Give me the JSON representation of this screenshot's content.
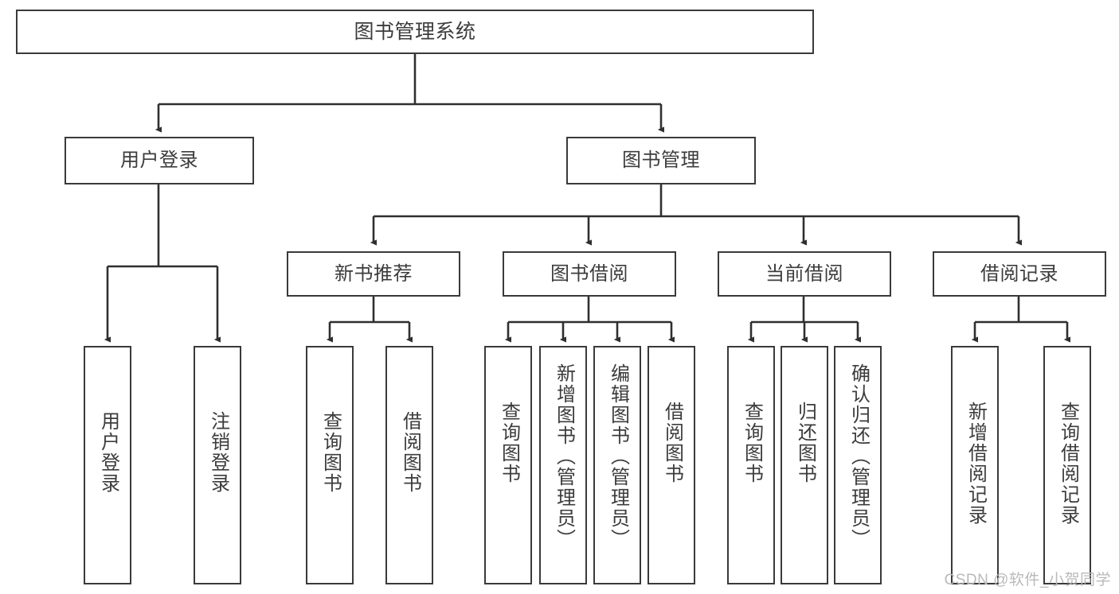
{
  "diagram": {
    "type": "tree-hierarchy",
    "title": "图书管理系统",
    "watermark": "CSDN @软件_小贺同学",
    "colors": {
      "box_border": "#3a3a3a",
      "box_fill": "#ffffff",
      "edge": "#2f2f2f",
      "text": "#3c3c3c",
      "watermark": "#b9b9b9",
      "background": "#ffffff"
    },
    "levels": 4,
    "root": {
      "id": "root",
      "label": "图书管理系统"
    },
    "level2": [
      {
        "id": "user-login",
        "label": "用户登录"
      },
      {
        "id": "book-manage",
        "label": "图书管理"
      }
    ],
    "level3": [
      {
        "id": "new-book-recommend",
        "label": "新书推荐",
        "parent": "book-manage"
      },
      {
        "id": "book-borrow",
        "label": "图书借阅",
        "parent": "book-manage"
      },
      {
        "id": "current-borrow",
        "label": "当前借阅",
        "parent": "book-manage"
      },
      {
        "id": "borrow-record",
        "label": "借阅记录",
        "parent": "book-manage"
      }
    ],
    "leaves": {
      "user_login": [
        {
          "id": "leaf-user-login",
          "label": "用户登录"
        },
        {
          "id": "leaf-logout",
          "label": "注销登录"
        }
      ],
      "new_book_recommend": [
        {
          "id": "leaf-query-book-1",
          "label": "查询图书"
        },
        {
          "id": "leaf-borrow-book-1",
          "label": "借阅图书"
        }
      ],
      "book_borrow": [
        {
          "id": "leaf-query-book-2",
          "label": "查询图书"
        },
        {
          "id": "leaf-add-book",
          "label": "新增图书（管理员）"
        },
        {
          "id": "leaf-edit-book",
          "label": "编辑图书（管理员）"
        },
        {
          "id": "leaf-borrow-book-2",
          "label": "借阅图书"
        }
      ],
      "current_borrow": [
        {
          "id": "leaf-query-book-3",
          "label": "查询图书"
        },
        {
          "id": "leaf-return-book",
          "label": "归还图书"
        },
        {
          "id": "leaf-confirm-return",
          "label": "确认归还（管理员）"
        }
      ],
      "borrow_record": [
        {
          "id": "leaf-add-record",
          "label": "新增借阅记录"
        },
        {
          "id": "leaf-query-record",
          "label": "查询借阅记录"
        }
      ]
    }
  }
}
